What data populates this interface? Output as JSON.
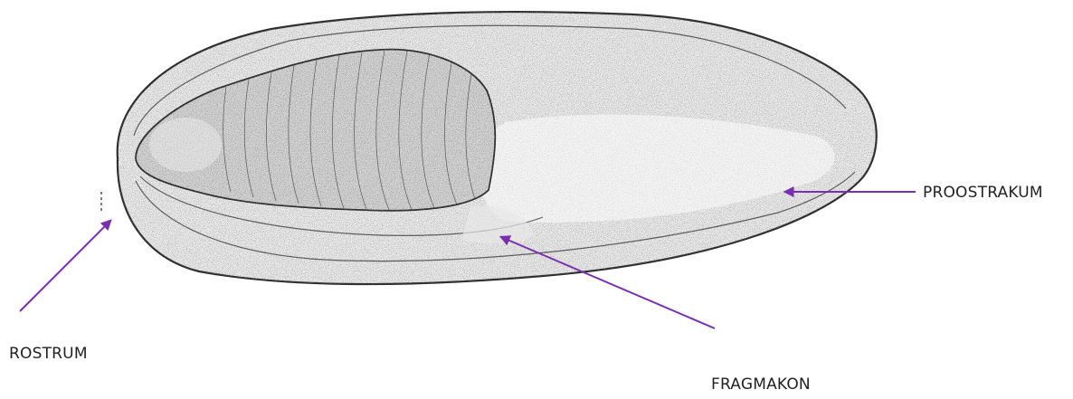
{
  "labels": {
    "proostrakum": "PROOSTRAKUM",
    "rostrum": "ROSTRUM",
    "fragmakon": "FRAGMAKON"
  },
  "colors": {
    "arrow": "#7a2fb0",
    "outline": "#2b2b2b",
    "stipple": "#4a4a4a",
    "background": "#ffffff"
  }
}
